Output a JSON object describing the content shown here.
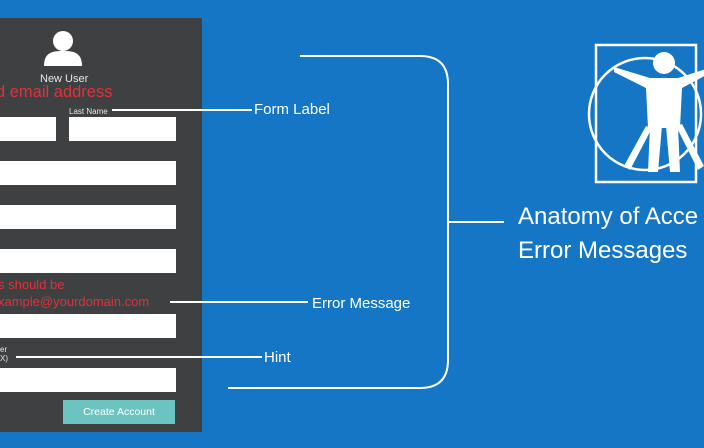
{
  "form": {
    "title": "New User",
    "top_error": "d email address",
    "last_name_label": "Last Name",
    "error_line_1": "s should be",
    "error_line_2": "xample@yourdomain.com",
    "hint_line_1": "er",
    "hint_line_2": "X)",
    "submit_label": "Create Account",
    "first_name_value": "",
    "last_name_value": "",
    "field_3_value": "",
    "field_4_value": "",
    "field_5_value": "",
    "email_value": "",
    "phone_value": ""
  },
  "annotations": {
    "form_label": "Form Label",
    "error_message": "Error Message",
    "hint": "Hint"
  },
  "heading": {
    "line_1": "Anatomy of Acce",
    "line_2": "Error Messages"
  },
  "icons": {
    "avatar": "user-avatar-icon",
    "figure": "vitruvian-man-icon"
  },
  "colors": {
    "background": "#1476c4",
    "panel": "#3e4042",
    "error": "#e0323b",
    "button": "#6bc4bf"
  }
}
